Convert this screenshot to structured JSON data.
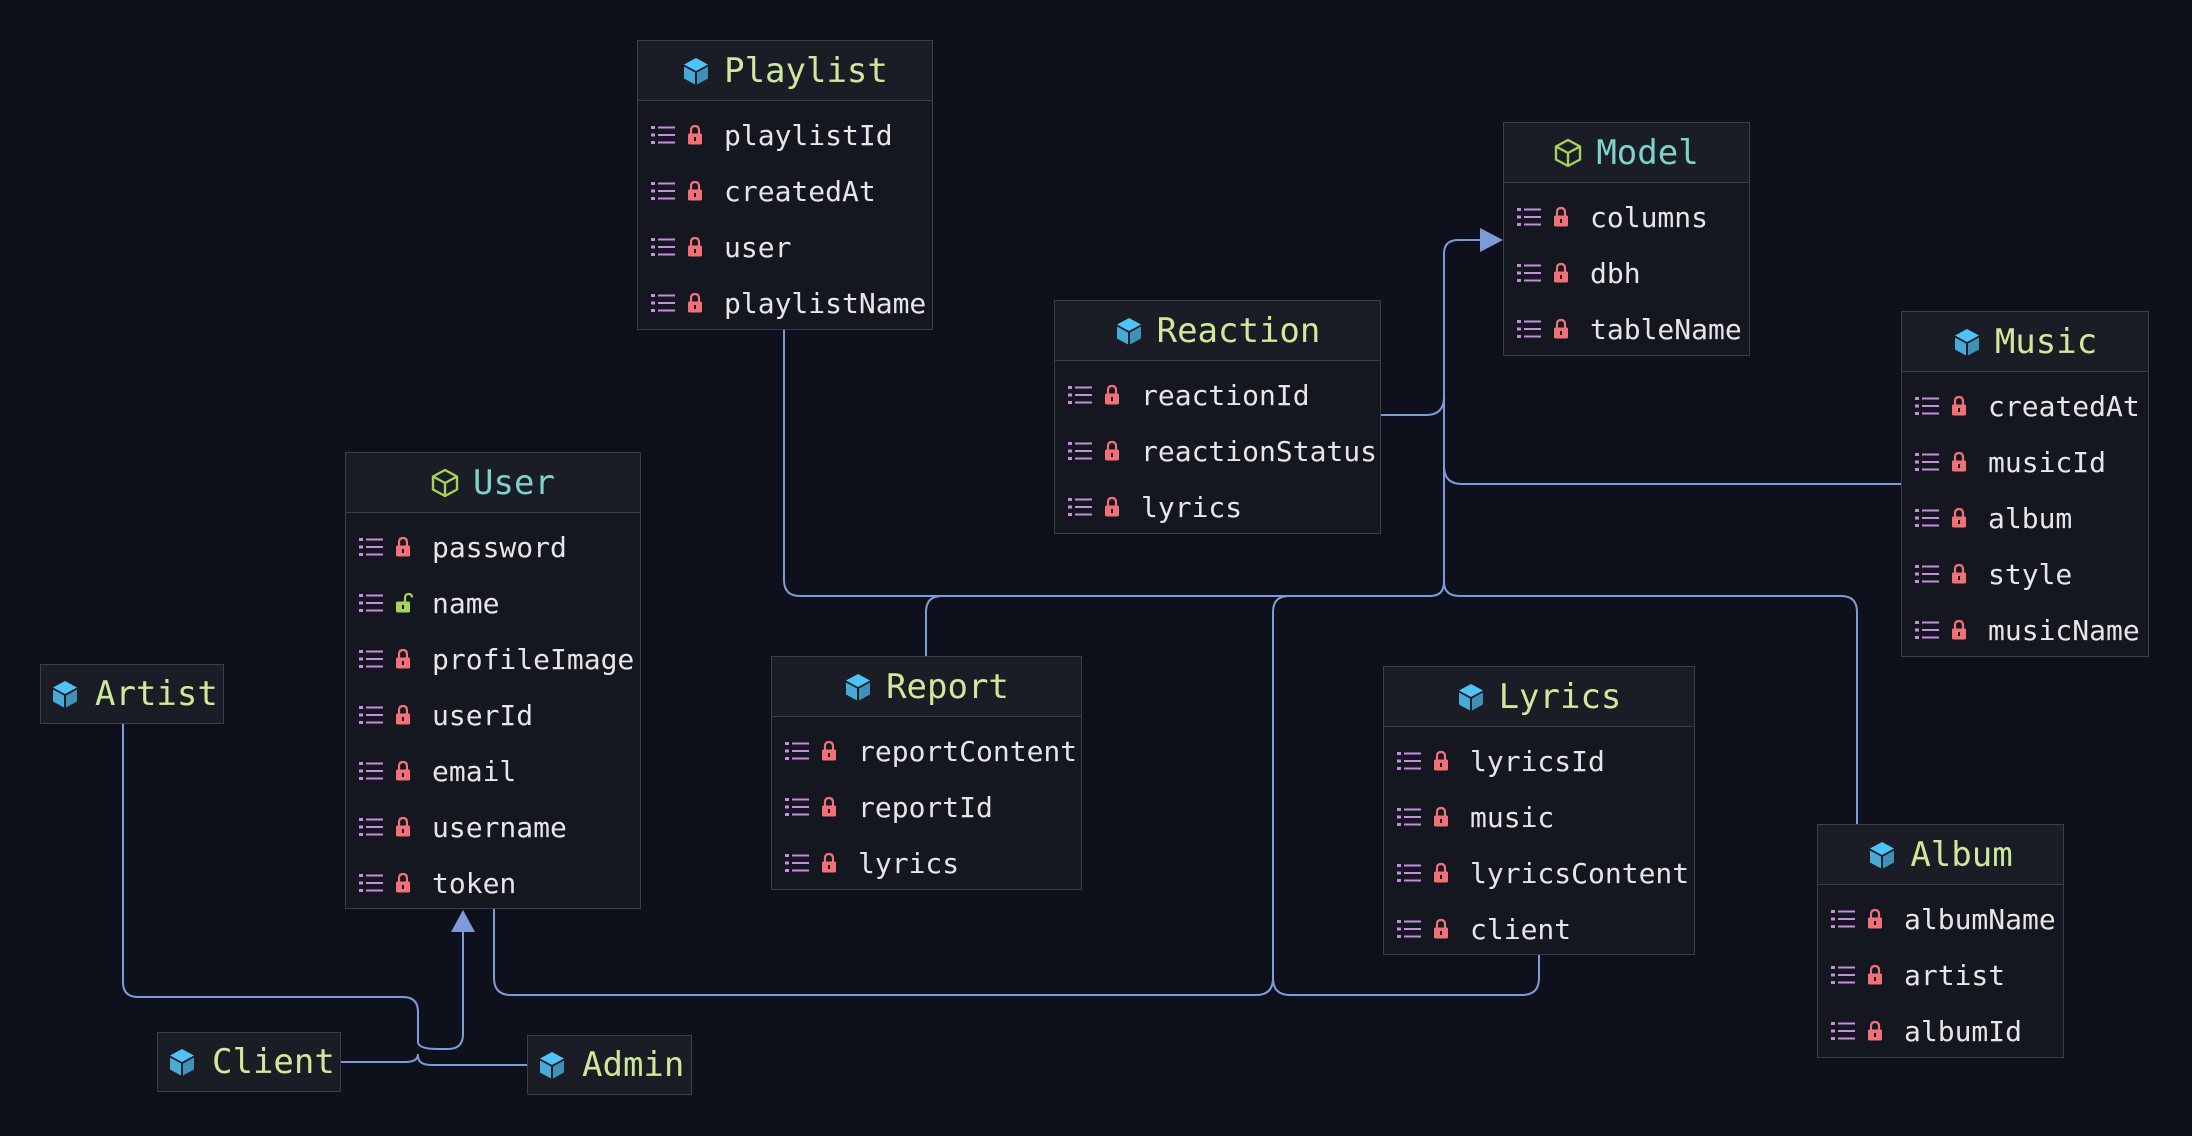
{
  "colors": {
    "background": "#0e111b",
    "edge": "#7e9ad8",
    "class_title": "#cfe89a",
    "abstract_title": "#7ed3c8",
    "field_text": "#e6e6e6",
    "list_icon": "#c88ce0",
    "lock_private": "#f07178",
    "lock_open": "#a6d15a",
    "class_icon": "#4fc3f7"
  },
  "nodes": {
    "playlist": {
      "title": "Playlist",
      "icon": "cube-filled-icon",
      "fields": [
        {
          "name": "playlistId",
          "access": "private"
        },
        {
          "name": "createdAt",
          "access": "private"
        },
        {
          "name": "user",
          "access": "private"
        },
        {
          "name": "playlistName",
          "access": "private"
        }
      ]
    },
    "model": {
      "title": "Model",
      "icon": "cube-outline-icon",
      "fields": [
        {
          "name": "columns",
          "access": "private"
        },
        {
          "name": "dbh",
          "access": "private"
        },
        {
          "name": "tableName",
          "access": "private"
        }
      ]
    },
    "reaction": {
      "title": "Reaction",
      "icon": "cube-filled-icon",
      "fields": [
        {
          "name": "reactionId",
          "access": "private"
        },
        {
          "name": "reactionStatus",
          "access": "private"
        },
        {
          "name": "lyrics",
          "access": "private"
        }
      ]
    },
    "music": {
      "title": "Music",
      "icon": "cube-filled-icon",
      "fields": [
        {
          "name": "createdAt",
          "access": "private"
        },
        {
          "name": "musicId",
          "access": "private"
        },
        {
          "name": "album",
          "access": "private"
        },
        {
          "name": "style",
          "access": "private"
        },
        {
          "name": "musicName",
          "access": "private"
        }
      ]
    },
    "user": {
      "title": "User",
      "icon": "cube-outline-icon",
      "fields": [
        {
          "name": "password",
          "access": "private"
        },
        {
          "name": "name",
          "access": "public"
        },
        {
          "name": "profileImage",
          "access": "private"
        },
        {
          "name": "userId",
          "access": "private"
        },
        {
          "name": "email",
          "access": "private"
        },
        {
          "name": "username",
          "access": "private"
        },
        {
          "name": "token",
          "access": "private"
        }
      ]
    },
    "report": {
      "title": "Report",
      "icon": "cube-filled-icon",
      "fields": [
        {
          "name": "reportContent",
          "access": "private"
        },
        {
          "name": "reportId",
          "access": "private"
        },
        {
          "name": "lyrics",
          "access": "private"
        }
      ]
    },
    "lyrics": {
      "title": "Lyrics",
      "icon": "cube-filled-icon",
      "fields": [
        {
          "name": "lyricsId",
          "access": "private"
        },
        {
          "name": "music",
          "access": "private"
        },
        {
          "name": "lyricsContent",
          "access": "private"
        },
        {
          "name": "client",
          "access": "private"
        }
      ]
    },
    "album": {
      "title": "Album",
      "icon": "cube-filled-icon",
      "fields": [
        {
          "name": "albumName",
          "access": "private"
        },
        {
          "name": "artist",
          "access": "private"
        },
        {
          "name": "albumId",
          "access": "private"
        }
      ]
    },
    "artist": {
      "title": "Artist",
      "icon": "cube-filled-icon",
      "fields": []
    },
    "client": {
      "title": "Client",
      "icon": "cube-filled-icon",
      "fields": []
    },
    "admin": {
      "title": "Admin",
      "icon": "cube-filled-icon",
      "fields": []
    }
  },
  "edges": [
    {
      "from": "playlist",
      "to": "model",
      "type": "inheritance"
    },
    {
      "from": "reaction",
      "to": "model",
      "type": "inheritance"
    },
    {
      "from": "music",
      "to": "model",
      "type": "inheritance"
    },
    {
      "from": "report",
      "to": "model",
      "type": "inheritance"
    },
    {
      "from": "lyrics",
      "to": "model",
      "type": "inheritance"
    },
    {
      "from": "album",
      "to": "model",
      "type": "inheritance"
    },
    {
      "from": "user",
      "to": "model",
      "type": "inheritance"
    },
    {
      "from": "artist",
      "to": "user",
      "type": "inheritance"
    },
    {
      "from": "client",
      "to": "user",
      "type": "inheritance"
    },
    {
      "from": "admin",
      "to": "user",
      "type": "inheritance"
    }
  ]
}
